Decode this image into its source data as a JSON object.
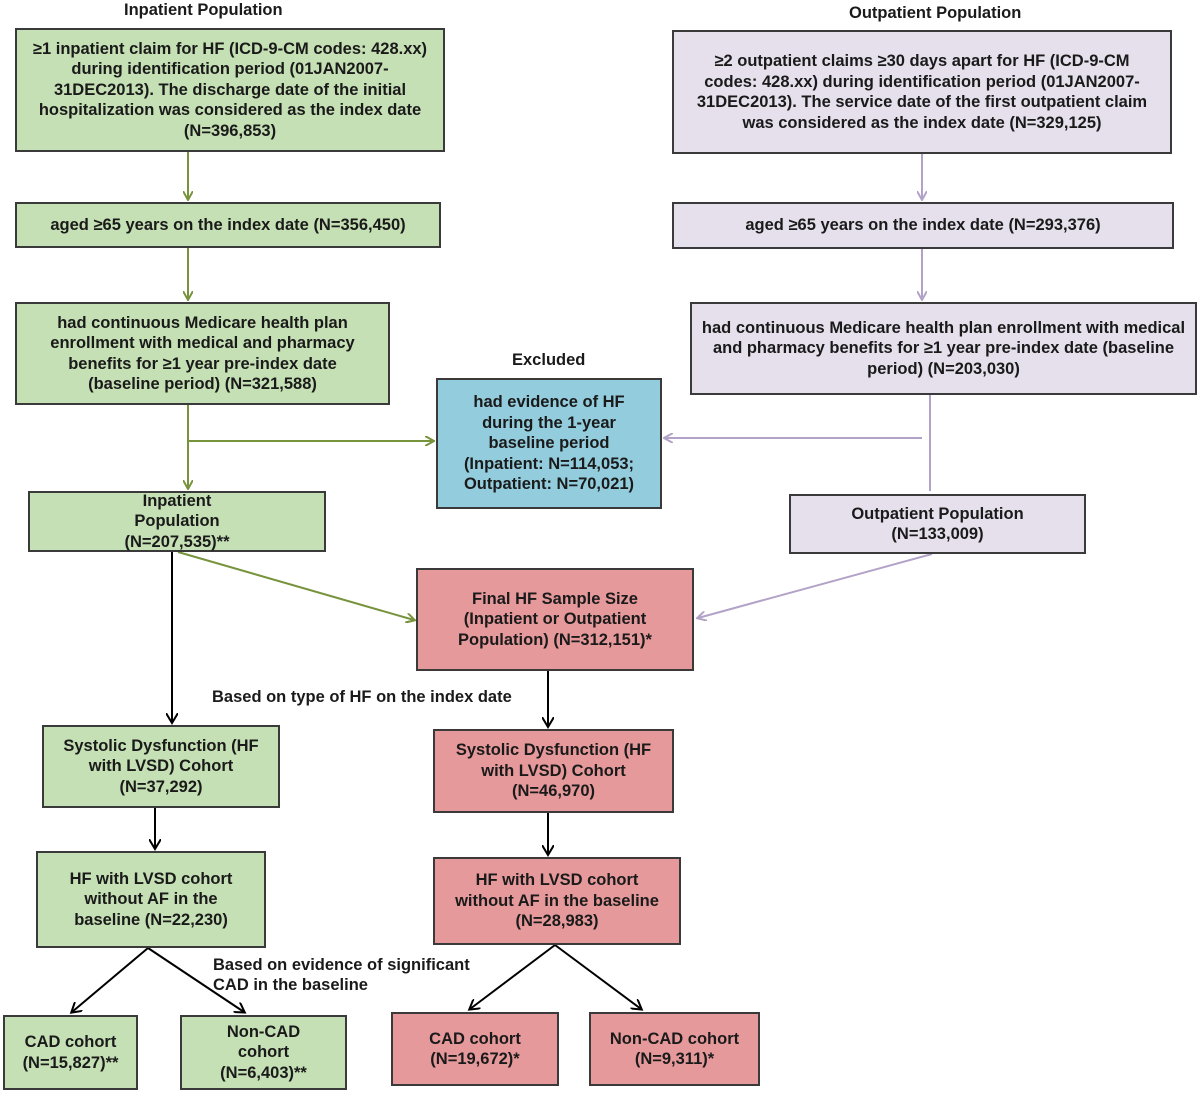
{
  "headers": {
    "inpatient": "Inpatient Population",
    "outpatient": "Outpatient Population",
    "excluded": "Excluded",
    "based_type": "Based on type of HF on the index date",
    "based_cad_1": "Based on evidence of significant",
    "based_cad_2": "CAD in the baseline"
  },
  "boxes": {
    "inp_claim": "≥1 inpatient claim for HF (ICD-9-CM codes: 428.xx) during identification period (01JAN2007-31DEC2013). The discharge date of the initial hospitalization was considered as the index date  (N=396,853)",
    "inp_age": "aged ≥65 years on the index date (N=356,450)",
    "inp_enroll": "had continuous Medicare health plan enrollment with medical and pharmacy benefits for ≥1 year pre-index date (baseline period) (N=321,588)",
    "inp_pop": "Inpatient Population (N=207,535)**",
    "out_claim": "≥2  outpatient claims ≥30 days apart for HF (ICD-9-CM codes: 428.xx) during identification period (01JAN2007-31DEC2013). The service date of the first outpatient claim was considered as the index date  (N=329,125)",
    "out_age": "aged ≥65 years on the index date (N=293,376)",
    "out_enroll": "had continuous Medicare health plan enrollment with medical and pharmacy benefits for ≥1 year pre-index date (baseline period)  (N=203,030)",
    "out_pop": "Outpatient Population (N=133,009)",
    "excluded_hf": "had evidence of HF during the 1-year baseline period (Inpatient: N=114,053; Outpatient: N=70,021)",
    "final": "Final HF Sample Size (Inpatient or Outpatient Population) (N=312,151)*",
    "inp_systolic": "Systolic Dysfunction (HF with LVSD) Cohort (N=37,292)",
    "inp_noaf": "HF with LVSD cohort without AF in the baseline (N=22,230)",
    "inp_cad": "CAD cohort (N=15,827)**",
    "inp_noncad": "Non-CAD cohort (N=6,403)**",
    "fin_systolic": "Systolic Dysfunction (HF with LVSD) Cohort (N=46,970)",
    "fin_noaf": "HF with LVSD cohort without AF in the baseline (N=28,983)",
    "fin_cad": "CAD cohort (N=19,672)*",
    "fin_noncad": "Non-CAD cohort (N=9,311)*"
  },
  "colors": {
    "green_fill": "#c5e0b4",
    "purple_fill": "#e6e0ec",
    "blue_fill": "#93cddd",
    "red_fill": "#e6999b",
    "green_arrow": "#77933c",
    "purple_arrow": "#b3a2c7",
    "black_arrow": "#000000"
  }
}
